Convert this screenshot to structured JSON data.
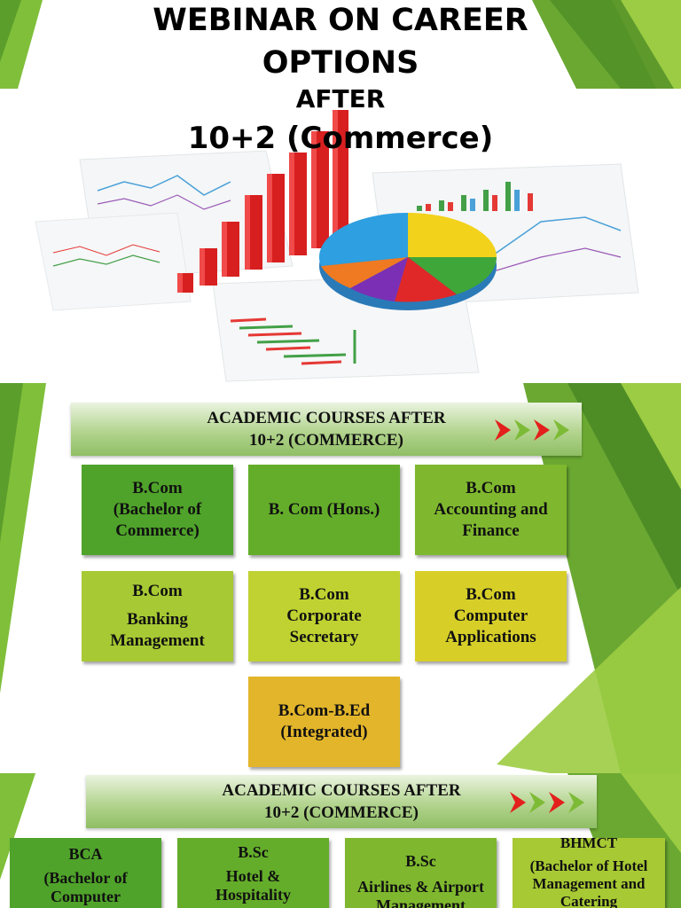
{
  "slide1": {
    "title_line1": "WEBINAR ON CAREER",
    "title_line2": "OPTIONS",
    "title_line3": "AFTER",
    "title_line4": "10+2 (Commerce)"
  },
  "slide2": {
    "banner_line1": "ACADEMIC COURSES AFTER",
    "banner_line2": "10+2 (COMMERCE)",
    "courses": [
      {
        "lines": [
          "B.Com",
          "(Bachelor of",
          "Commerce)"
        ],
        "color": "#4fa32a"
      },
      {
        "lines": [
          "B. Com (Hons.)"
        ],
        "color": "#64ad2a"
      },
      {
        "lines": [
          "B.Com",
          "Accounting and",
          "Finance"
        ],
        "color": "#7fb82e"
      },
      {
        "lines": [
          "B.Com",
          "Banking",
          "Management"
        ],
        "color": "#a7c933"
      },
      {
        "lines": [
          "B.Com",
          "Corporate",
          "Secretary"
        ],
        "color": "#bfd231"
      },
      {
        "lines": [
          "B.Com",
          "Computer",
          "Applications"
        ],
        "color": "#d7cf28"
      },
      {
        "lines": [
          "B.Com-B.Ed",
          "(Integrated)"
        ],
        "color": "#e3b52a"
      }
    ]
  },
  "slide3": {
    "banner_line1": "ACADEMIC COURSES AFTER",
    "banner_line2": "10+2 (COMMERCE)",
    "courses": [
      {
        "lines": [
          "BCA",
          "(Bachelor of",
          "Computer"
        ],
        "color": "#4fa32a"
      },
      {
        "lines": [
          "B.Sc",
          "Hotel &",
          "Hospitality"
        ],
        "color": "#64ad2a"
      },
      {
        "lines": [
          "B.Sc",
          "Airlines & Airport",
          "Management"
        ],
        "color": "#7fb82e"
      },
      {
        "lines": [
          "BHMCT",
          "(Bachelor of Hotel",
          "Management and",
          "Catering"
        ],
        "color": "#a7c933"
      }
    ]
  },
  "colors": {
    "arrow_red": "#e3201b",
    "arrow_green": "#7dbb36",
    "deco_dark": "#5f9f2f",
    "deco_light": "#9ccc43"
  }
}
